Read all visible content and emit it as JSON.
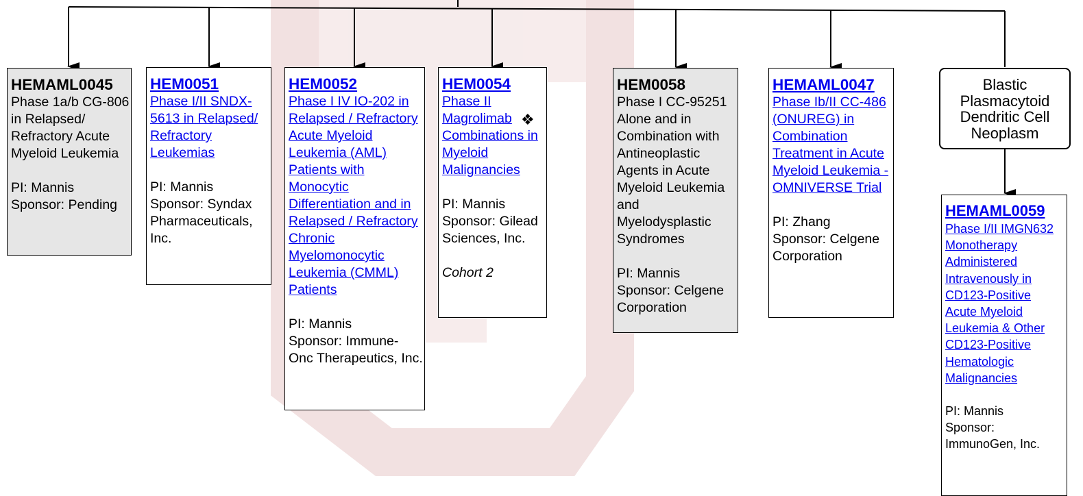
{
  "watermark_color": "#e8c9c9",
  "link_color": "#0000ee",
  "trials": [
    {
      "id": "HEMAML0045",
      "linked": false,
      "description": "Phase 1a/b CG-806 in Relapsed/ Refractory Acute Myeloid Leukemia",
      "pi": "PI: Mannis",
      "sponsor": "Sponsor: Pending"
    },
    {
      "id": "HEM0051",
      "linked": true,
      "description": "Phase I/II SNDX-5613 in Relapsed/ Refractory Leukemias",
      "pi": "PI: Mannis",
      "sponsor": "Sponsor: Syndax Pharmaceuticals, Inc."
    },
    {
      "id": "HEM0052",
      "linked": true,
      "description": "Phase I IV IO-202 in Relapsed / Refractory Acute Myeloid Leukemia (AML) Patients with Monocytic Differentiation and in Relapsed / Refractory Chronic Myelomonocytic Leukemia (CMML) Patients",
      "pi": "PI: Mannis",
      "sponsor": "Sponsor: Immune-Onc Therapeutics, Inc."
    },
    {
      "id": "HEM0054",
      "linked": true,
      "description": "Phase II Magrolimab Combinations in Myeloid Malignancies",
      "pi": "PI: Mannis",
      "sponsor": "Sponsor: Gilead Sciences, Inc.",
      "note": "Cohort 2",
      "marker": "❖"
    },
    {
      "id": "HEM0058",
      "linked": false,
      "description": "Phase I CC-95251 Alone and in Combination with Antineoplastic Agents in Acute Myeloid Leukemia and Myelodysplastic Syndromes",
      "pi": "PI: Mannis",
      "sponsor": "Sponsor: Celgene Corporation"
    },
    {
      "id": "HEMAML0047",
      "linked": true,
      "description": "Phase Ib/II CC-486 (ONUREG) in Combination Treatment in Acute Myeloid Leukemia - OMNIVERSE Trial",
      "pi": "PI: Zhang",
      "sponsor": "Sponsor: Celgene Corporation"
    }
  ],
  "category": {
    "label": "Blastic Plasmacytoid Dendritic Cell Neoplasm"
  },
  "bpdcn_trial": {
    "id": "HEMAML0059",
    "linked": true,
    "description": "Phase I/II IMGN632 Monotherapy Administered Intravenously in CD123-Positive Acute Myeloid Leukemia & Other CD123-Positive Hematologic Malignancies",
    "pi": "PI: Mannis",
    "sponsor": "Sponsor: ImmunoGen, Inc."
  }
}
